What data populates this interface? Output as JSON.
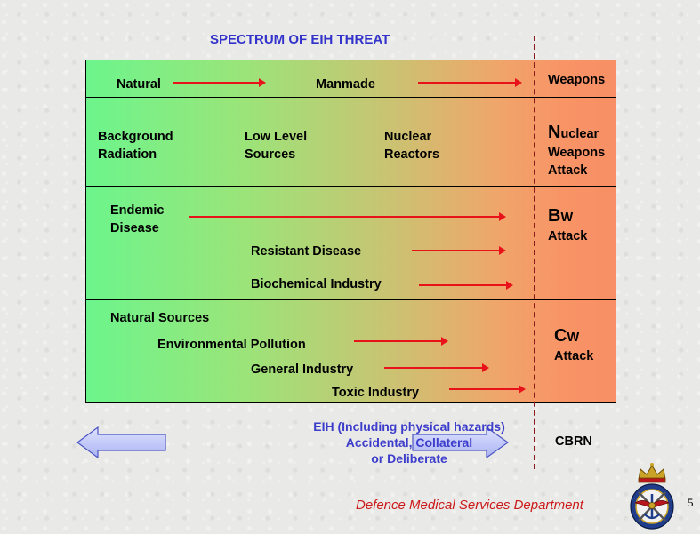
{
  "title": "SPECTRUM OF EIH THREAT",
  "rows": {
    "r1": {
      "natural": "Natural",
      "manmade": "Manmade",
      "right": "Weapons"
    },
    "r2": {
      "a1": "Background",
      "a2": "Radiation",
      "b1": "Low Level",
      "b2": "Sources",
      "c1": "Nuclear",
      "c2": "Reactors",
      "big": "N",
      "rest": "uclear",
      "l2": "Weapons",
      "l3": "Attack"
    },
    "r3": {
      "e1": "Endemic",
      "e2": "Disease",
      "resistant": "Resistant Disease",
      "biochem": "Biochemical Industry",
      "big": "B",
      "rest": "W",
      "attack": "Attack"
    },
    "r4": {
      "natural": "Natural Sources",
      "env": "Environmental Pollution",
      "general": "General Industry",
      "toxic": "Toxic Industry",
      "big": "C",
      "rest": "W",
      "attack": "Attack"
    }
  },
  "eih": {
    "l1": "EIH (Including physical hazards)",
    "l2": "Accidental, Collateral",
    "l3": "or Deliberate"
  },
  "cbrn": "CBRN",
  "footer": "Defence Medical Services Department",
  "page_number": "5",
  "colors": {
    "title": "#3333cc",
    "arrow": "#e8121a",
    "dashed_line": "#8b1a1a",
    "footer": "#cc1a1a",
    "grad_left": "#6cf58c",
    "grad_right": "#f88f66"
  }
}
